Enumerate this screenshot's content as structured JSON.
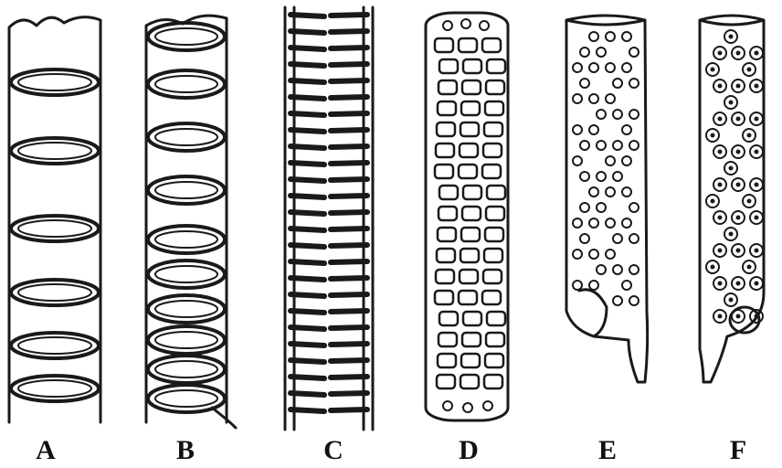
{
  "figure": {
    "panels": [
      {
        "id": "A",
        "label": "A"
      },
      {
        "id": "B",
        "label": "B"
      },
      {
        "id": "C",
        "label": "C"
      },
      {
        "id": "D",
        "label": "D"
      },
      {
        "id": "E",
        "label": "E"
      },
      {
        "id": "F",
        "label": "F"
      }
    ],
    "colors": {
      "ink": "#1a1a1a",
      "paper": "#ffffff",
      "shade": "#d9d9d9"
    }
  }
}
